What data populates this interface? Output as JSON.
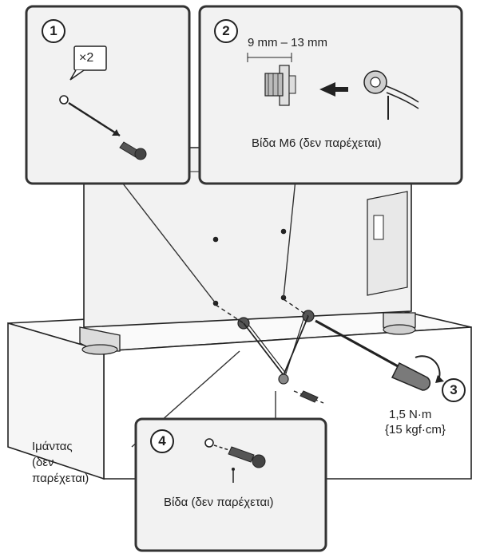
{
  "steps": [
    {
      "number": "1",
      "badge": "×2"
    },
    {
      "number": "2",
      "length_range": "9 mm – 13 mm",
      "screw_label": "Βίδα M6 (δεν παρέχεται)"
    },
    {
      "number": "3",
      "torque_line1": "1,5 N·m",
      "torque_line2": "{15 kgf·cm}"
    },
    {
      "number": "4",
      "screw_label": "Βίδα (δεν παρέχεται)"
    }
  ],
  "strap_label": [
    "Ιμάντας",
    "(δεν",
    "παρέχεται)"
  ],
  "colors": {
    "line": "#222222",
    "panel_fill": "#f2f2f2",
    "table_fill": "#ffffff",
    "callout_border": "#333333"
  }
}
